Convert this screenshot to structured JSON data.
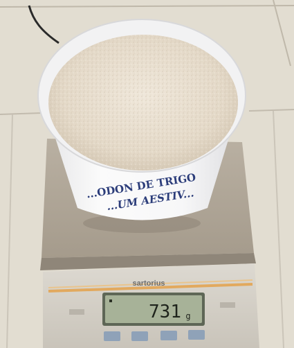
{
  "label": {
    "line1": "...ODON DE TRIGO",
    "line2": "...UM AESTIV..."
  },
  "scale": {
    "brand": "sartorius",
    "reading": "731",
    "unit": "g"
  },
  "colors": {
    "counter": "#e9e6de",
    "flour": "#e9dfd0",
    "cup": "#f4f3f1",
    "scale_body": "#d3cfc6",
    "lcd": "#a9b49a",
    "accent_stripe": "#e0a55a"
  }
}
